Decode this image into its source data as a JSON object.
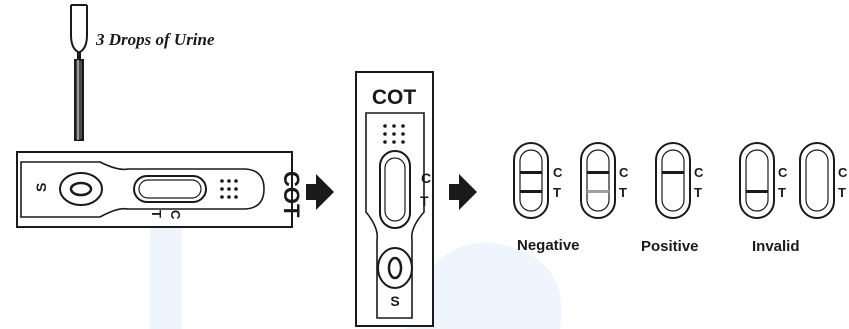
{
  "instruction": {
    "text": "3 Drops of Urine"
  },
  "cassette_horizontal": {
    "brand": "COT",
    "sample_label": "S",
    "control_label": "C",
    "test_label": "T"
  },
  "cassette_vertical": {
    "brand": "COT",
    "control_label": "C",
    "test_label": "T",
    "sample_label": "S"
  },
  "results": {
    "line_labels": {
      "control": "C",
      "test": "T"
    },
    "groups": [
      {
        "label": "Negative"
      },
      {
        "label": "Positive"
      },
      {
        "label": "Invalid"
      }
    ]
  },
  "colors": {
    "ink": "#1a1a1a",
    "faint_line": "#a0a0a0",
    "watermark": "#eef5fc"
  },
  "icons": [
    "dropper-icon",
    "arrow-right-icon"
  ]
}
